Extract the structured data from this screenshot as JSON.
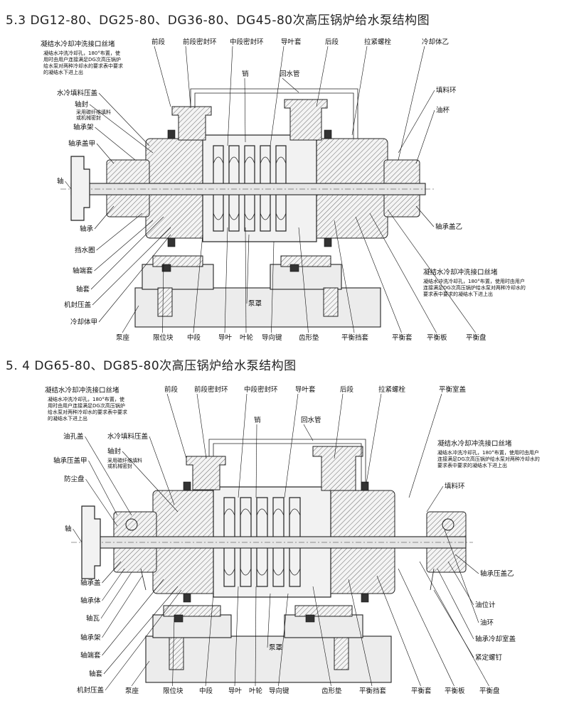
{
  "diagram1": {
    "title": "5.3 DG12-80、DG25-80、DG36-80、DG45-80次高压锅炉给水泵结构图",
    "note_left_title": "凝结水冷却冲洗接口丝堵",
    "note_left_lines": [
      "凝结水冲洗冷却孔，180°布置，使",
      "用时由用户连接满足DG次高压锅炉",
      "给水泵对两种冷却水的要求表中要求",
      "的凝结水下进上出"
    ],
    "note_right_title": "凝结水冷却冲洗接口丝堵",
    "note_right_lines": [
      "凝结水冲洗冷却孔，180°布置，使用时由用户",
      "连接满足DG次高压锅炉给水泵对两种冷却水的",
      "要求表中要求的凝结水下进上出"
    ],
    "top_labels": [
      "前段",
      "前段密封环",
      "中段密封环",
      "导叶套",
      "后段",
      "拉紧螺栓",
      "冷却体乙"
    ],
    "mid_labels": [
      "销",
      "回水管"
    ],
    "left_labels": [
      "水冷填料压盖",
      "轴封",
      "轴承架",
      "轴承盖甲",
      "轴",
      "轴承",
      "挡水圈",
      "轴端套",
      "轴套",
      "机封压盖",
      "冷却体甲"
    ],
    "shaft_seal_note": [
      "采用碳纤维填料",
      "或机械密封"
    ],
    "right_labels": [
      "填料环",
      "油杯",
      "轴承盖乙"
    ],
    "center_label": "泵罩",
    "bottom_labels": [
      "泵座",
      "限位块",
      "中段",
      "导叶",
      "叶轮",
      "导向键",
      "齿形垫",
      "平衡挡套",
      "平衡套",
      "平衡板",
      "平衡盘"
    ]
  },
  "diagram2": {
    "title": "5. 4 DG65-80、DG85-80次高压锅炉给水泵结构图",
    "note_left_title": "凝结水冷却冲洗接口丝堵",
    "note_left_lines": [
      "凝结水冲洗冷却孔，180°布置，使",
      "用时由用户连接满足DG次高压锅炉",
      "给水泵对两种冷却水的要求表中要求",
      "的凝结水下进上出"
    ],
    "note_right_title": "凝结水冷却冲洗接口丝堵",
    "note_right_lines": [
      "凝结水冲洗冷却孔，180°布置，使用时由用户",
      "连接满足DG次高压锅炉给水泵对两种冷却水的",
      "要求表中要求的凝结水下进上出"
    ],
    "top_labels": [
      "前段",
      "前段密封环",
      "中段密封环",
      "导叶套",
      "后段",
      "拉紧螺栓",
      "平衡室盖"
    ],
    "mid_labels": [
      "销",
      "回水管"
    ],
    "left_labels": [
      "油孔盖",
      "水冷填料压盖",
      "轴封",
      "轴承压盖甲",
      "防尘盘",
      "轴",
      "轴承盖",
      "轴承体",
      "轴瓦",
      "轴承架",
      "轴端套",
      "轴套",
      "机封压盖"
    ],
    "shaft_seal_note": [
      "采用碳纤维填料",
      "或机械密封"
    ],
    "right_labels": [
      "填料环",
      "轴承压盖乙",
      "油位计",
      "油环",
      "轴承冷却室盖",
      "紧定螺钉"
    ],
    "center_label": "泵罩",
    "bottom_labels": [
      "泵座",
      "限位块",
      "中段",
      "导叶",
      "叶轮",
      "导向键",
      "齿形垫",
      "平衡挡套",
      "平衡套",
      "平衡板",
      "平衡盘"
    ]
  }
}
